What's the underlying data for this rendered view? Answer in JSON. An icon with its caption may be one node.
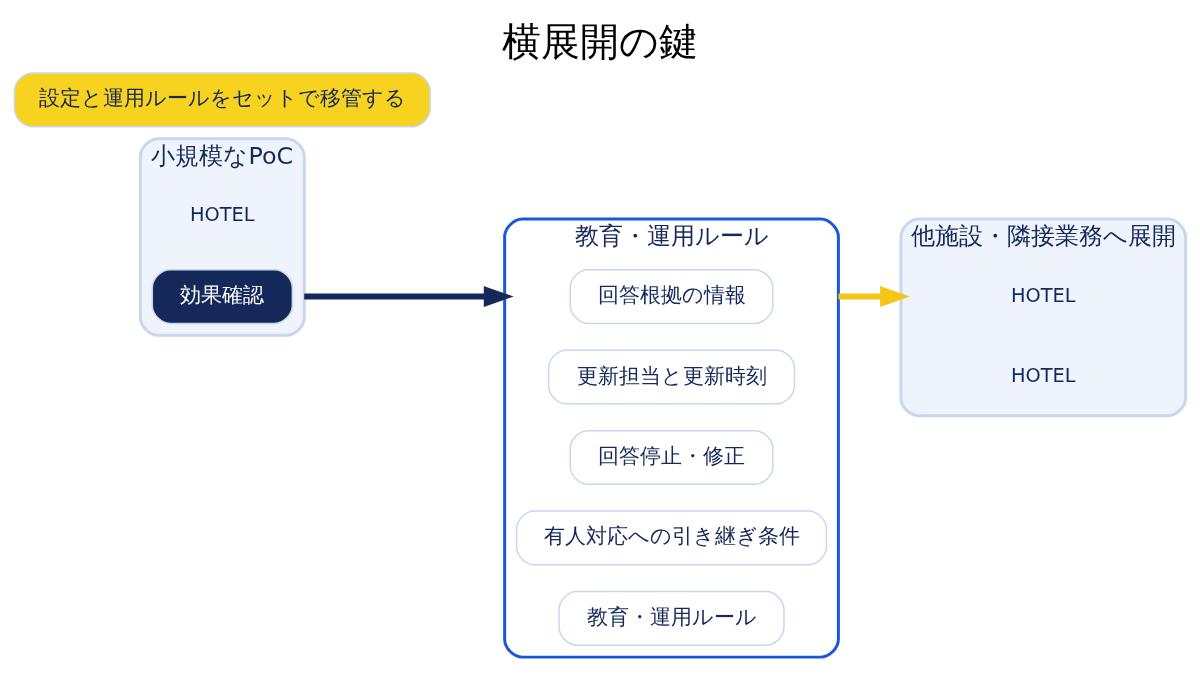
{
  "diagram": {
    "title": "横展開の鍵",
    "nodes": [
      {
        "text": [
          "小規模なPoC"
        ]
      },
      {
        "text": [
          "効果確認"
        ],
        "in": 0
      },
      {
        "text": [
          "教育・運用ルール"
        ]
      },
      {
        "text": [
          "回答根拠の情報"
        ],
        "in": 2
      },
      {
        "text": [
          "更新担当と更新時刻"
        ],
        "in": 2
      },
      {
        "text": [
          "回答停止・修正"
        ],
        "in": 2
      },
      {
        "text": [
          "有人対応への引き継ぎ条件"
        ],
        "in": 2
      },
      {
        "text": [
          "教育・運用ルール"
        ],
        "in": 2
      },
      {
        "text": [
          "他施設・隣接業務へ展開"
        ]
      },
      {
        "text": [
          "設定と運用ルールをセットで移管する"
        ]
      }
    ],
    "edges": [
      {
        "from": 0,
        "to": 2,
        "arrow": "to"
      },
      {
        "from": 2,
        "to": 8,
        "arrow": "to",
        "color": "#f5c518"
      }
    ],
    "labels": [
      "HOTEL",
      "HOTEL",
      "HOTEL"
    ]
  }
}
